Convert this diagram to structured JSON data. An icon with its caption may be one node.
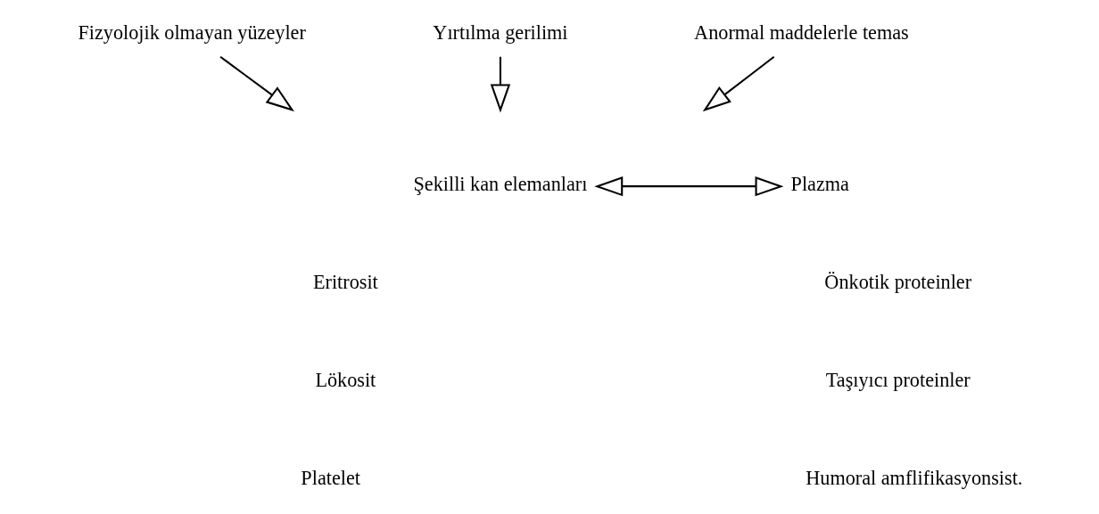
{
  "diagram": {
    "nodes": [
      {
        "text": [
          "Fizyolojik olmayan yüzeyler"
        ]
      },
      {
        "text": [
          "Yırtılma gerilimi"
        ]
      },
      {
        "text": [
          "Anormal maddelerle temas"
        ]
      },
      {
        "text": [
          "Şekilli kan elemanları"
        ]
      },
      {
        "text": [
          "Plazma"
        ]
      }
    ],
    "edges": [
      {
        "from": 0,
        "to": null,
        "arrow": "to"
      },
      {
        "from": 1,
        "to": null,
        "arrow": "to"
      },
      {
        "from": 2,
        "to": null,
        "arrow": "to"
      },
      {
        "from": 3,
        "to": 4,
        "arrow": "both"
      }
    ],
    "labels": [
      "Eritrosit",
      "Önkotik proteinler",
      "Lökosit",
      "Taşıyıcı proteinler",
      "Platelet",
      "Humoral amflifikasyonsist."
    ]
  }
}
